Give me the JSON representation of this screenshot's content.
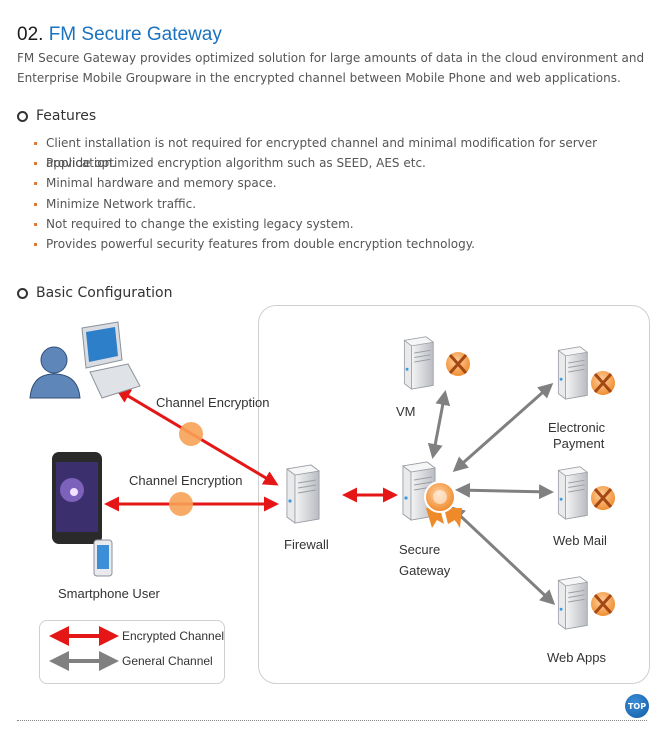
{
  "title": {
    "number": "02.",
    "name": "FM Secure Gateway"
  },
  "intro": "FM Secure Gateway provides optimized solution for large amounts of data in the cloud environment and Enterprise Mobile Groupware in the encrypted channel between Mobile Phone and web applications.",
  "features": {
    "heading": "Features",
    "items": [
      "Client installation is not required for encrypted channel and minimal modification for server application.",
      "Provide optimized encryption algorithm such as SEED, AES etc.",
      "Minimal hardware and memory space.",
      "Minimize Network traffic.",
      "Not required to change the existing legacy system.",
      "Provides powerful security features from double encryption technology."
    ]
  },
  "config": {
    "heading": "Basic Configuration",
    "labels": {
      "channel_enc_1": "Channel Encryption",
      "channel_enc_2": "Channel Encryption",
      "smartphone_user": "Smartphone User",
      "firewall": "Firewall",
      "secure": "Secure",
      "gateway": "Gateway",
      "vm": "VM",
      "electronic": "Electronic",
      "payment": "Payment",
      "web_mail": "Web Mail",
      "web_apps": "Web Apps"
    },
    "legend": {
      "encrypted": "Encrypted Channel",
      "general": "General Channel"
    },
    "colors": {
      "encrypted": "#e51616",
      "general": "#808080",
      "node": "#f39a4a",
      "accent": "#1a72c0"
    }
  },
  "top_button": "TOP"
}
